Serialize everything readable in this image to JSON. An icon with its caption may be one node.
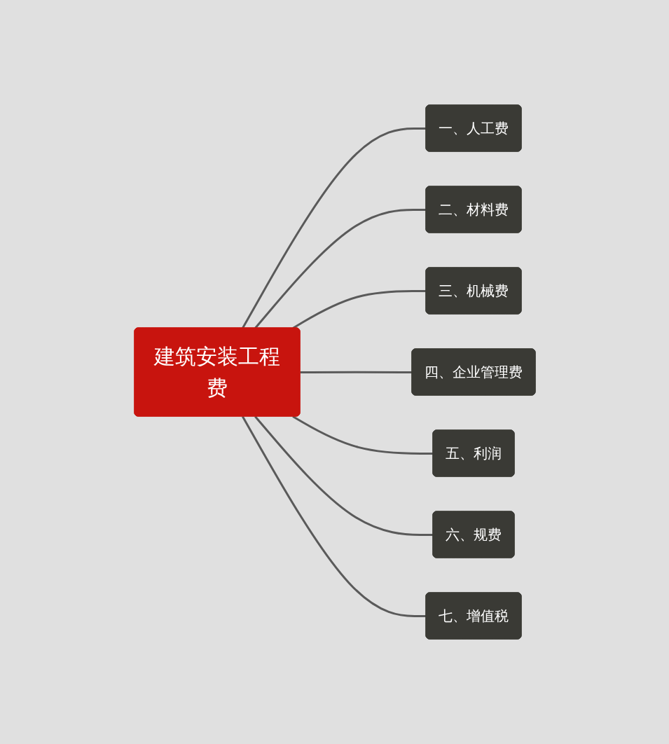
{
  "diagram": {
    "nodes": [
      {
        "text": [
          "建筑安装工程费"
        ]
      },
      {
        "text": [
          "一、人工费"
        ]
      },
      {
        "text": [
          "二、材料费"
        ]
      },
      {
        "text": [
          "三、机械费"
        ]
      },
      {
        "text": [
          "四、企业管理费"
        ]
      },
      {
        "text": [
          "五、利润"
        ]
      },
      {
        "text": [
          "六、规费"
        ]
      },
      {
        "text": [
          "七、增值税"
        ]
      }
    ],
    "edges": [
      {
        "from": 0,
        "to": 1,
        "arrow": "none"
      },
      {
        "from": 0,
        "to": 2,
        "arrow": "none"
      },
      {
        "from": 0,
        "to": 3,
        "arrow": "none"
      },
      {
        "from": 0,
        "to": 4,
        "arrow": "none"
      },
      {
        "from": 0,
        "to": 5,
        "arrow": "none"
      },
      {
        "from": 0,
        "to": 6,
        "arrow": "none"
      },
      {
        "from": 0,
        "to": 7,
        "arrow": "none"
      }
    ]
  }
}
